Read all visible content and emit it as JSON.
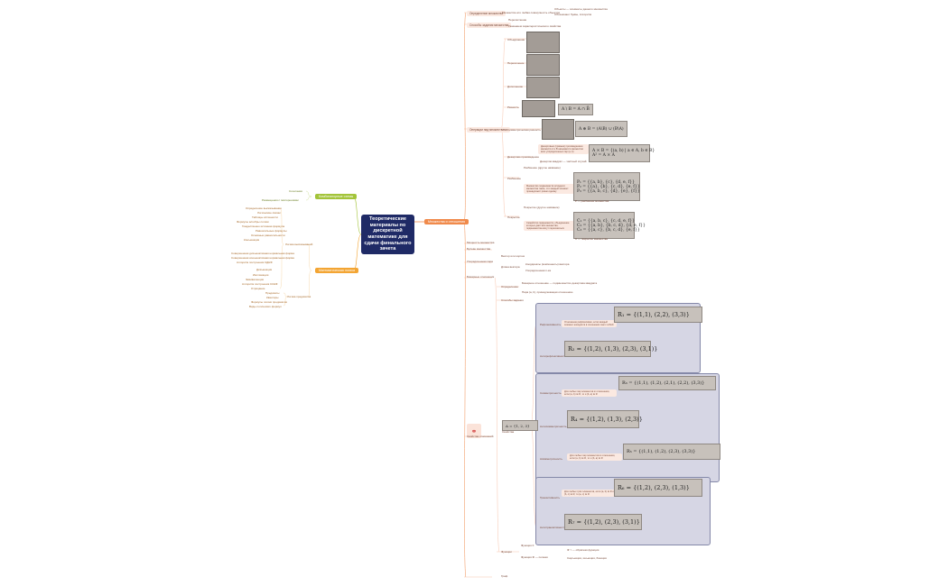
{
  "root": {
    "title": "Теоретические материалы по дискретной математике для сдачи финального зачета"
  },
  "branches": {
    "sets": "Множества и отношения",
    "combinatorics_green": "Комбинаторные схемы",
    "math_logic_amber": "Математическая логика"
  },
  "right": {
    "def_sets": "Определение множества",
    "def_sets_desc": "Множество-это любая совокупность объектов",
    "def_sets_sub": [
      "Объекты — элементы данного множества",
      "Обозначают буквы, Алгоритм"
    ],
    "ways": "Способы задания множества",
    "ways_sub": [
      "Перечисление",
      "Указанием характеристического свойства"
    ],
    "ops": "Операции над множествами",
    "ops_items": [
      "Объединение",
      "Пересечение",
      "Дополнение",
      "Разность",
      "Симметрическая разность",
      "Декартово произведение",
      "Разбиение",
      "Покрытие"
    ],
    "ops_text": {
      "diff_formula": "A \\ B = A ∩ B̄",
      "symdiff_formula": "A ⊕ B = (A\\B) ∪ (B\\A)",
      "dekart_desc": "Декартовым (прямым) произведением множеств A и B называется множество всех упорядоченных пар (a, b)",
      "dekart_sub": "Декартов квадрат — частный случай",
      "dekart_formula_1": "A × B = {(a, b) | a ∈ A, b ∈ B}",
      "dekart_formula_2": "A² = A × A",
      "razb_1": "Разбиение (другое название)",
      "razb_desc": "Множество подмножеств исходного множества такое, что каждый элемент принадлежит ровно одному",
      "razb_f1": "P₁ = {{a, b}, {c}, {d, e, f}}",
      "razb_f2": "P₂ = {{a}, {b}, {c, d}, {e, f}}",
      "razb_f3": "P₃ = {{a, b, c}, {d}, {e}, {f}}",
      "razb_note": "P — разбиение множества",
      "cover_1": "Покрытие (другое название)",
      "cover_desc": "Семейство подмножеств, объединение которых даёт всё множество; подмножества могут пересекаться",
      "cover_f1": "C₁ = {{a, b, c}, {c, d, e, f}}",
      "cover_f2": "C₂ = {{a, b}, {b, c, d}, {d, e, f}}",
      "cover_f3": "C₃ = {{a, c}, {b, c, d}, {e, f}}",
      "cover_note": "C — покрытие множества"
    },
    "power_set": "Мощность множества",
    "boolean": "Булеан множества",
    "ordered": "Упорядоченная пара",
    "ordered_sub": [
      "Вектор или кортеж",
      "Длина вектора"
    ],
    "ordered_sub2": [
      "Координаты (компоненты) вектора",
      "Упорядоченная n-ка"
    ],
    "relations": "Бинарные отношения",
    "def_rel": "Определение",
    "def_rel_sub": [
      "Бинарное отношение — подмножество декартова квадрата",
      "Пара (a, b), принадлежащая отношению"
    ],
    "ways_rel": "Способы задания",
    "panel1_items": [
      "Рефлексивность",
      "Антирефлексивность"
    ],
    "panel1_desc": "Отношение рефлексивно, если каждый элемент находится в отношении сам с собой",
    "panel1_f1": "R₁ = {(1,1), (2,2), (3,3)}",
    "panel1_f2": "R₂ = {(1,2), (1,3), (2,3), (3,1)}",
    "panel2_items": [
      "Симметричность",
      "Антисимметричность",
      "Асимметричность"
    ],
    "panel2_desc": "Для любых пар элементов из отношения, если (a, b) ∈ R, то и (b, a) ∈ R",
    "panel2_f1": "R₃ = {(1,1), (1,2), (2,1), (2,2), (3,3)}",
    "panel2_f2": "R₄ = {(1,2), (1,3), (2,3)}",
    "panel2_f3": "R₅ = {(1,1), (1,2), (2,3), (3,3)}",
    "panel3_items": [
      "Транзитивность",
      "Антитранзитивность"
    ],
    "panel3_desc": "Для любых трёх элементов, если (a, b) ∈ R и (b, c) ∈ R, то (a, c) ∈ R",
    "panel3_f1": "R₆ = {(1,2), (2,3), (1,3)}",
    "panel3_f2": "R₇ = {(1,2), (2,3), (3,1)}",
    "base_set": "A = {1, 2, 3}",
    "properties": "Свойства отношений",
    "props_branch": "Свойства",
    "functions": "Функции",
    "functions_sub": [
      "Функция F",
      "Функция Φ — полная",
      "Φ⁻¹ — обратная функция",
      "Сюръекция, инъекция, биекция"
    ],
    "bottom": "Граф"
  },
  "left": {
    "green_items": [
      "Сочетания",
      "Размещения с повторениями"
    ],
    "amber_head": "Логика высказываний",
    "amber_items": [
      "Определение высказывания",
      "Логические связки",
      "Конъюнкция",
      "Дизъюнкция",
      "Импликация",
      "Эквиваленция",
      "Отрицание",
      "Таблицы истинности",
      "Формулы алгебры логики",
      "Тождественно истинная формула",
      "Равносильные формулы",
      "Основные равносильности",
      "Совершенная дизъюнктивная нормальная форма",
      "Совершенная конъюнктивная нормальная форма",
      "Алгоритм построения СДНФ",
      "Алгоритм построения СКНФ",
      "Логика предикатов"
    ],
    "amber_items2": [
      "Предикаты",
      "Кванторы",
      "Формулы логики предикатов",
      "Виды логических формул"
    ]
  }
}
